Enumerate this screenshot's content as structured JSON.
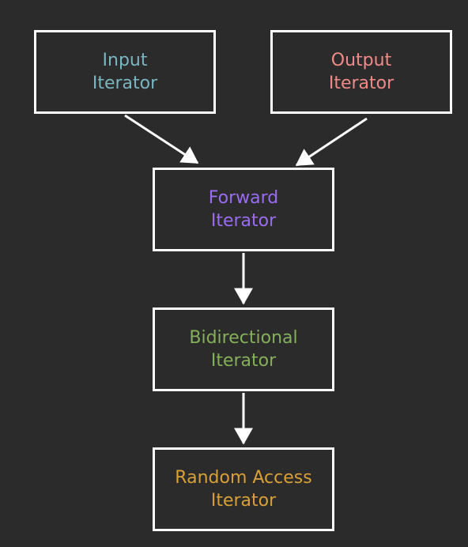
{
  "nodes": {
    "input": {
      "line1": "Input",
      "line2": "Iterator",
      "color": "#7ab6c2"
    },
    "output": {
      "line1": "Output",
      "line2": "Iterator",
      "color": "#ef8b86"
    },
    "forward": {
      "line1": "Forward",
      "line2": "Iterator",
      "color": "#9b6bf2"
    },
    "bidirectional": {
      "line1": "Bidirectional",
      "line2": "Iterator",
      "color": "#84b05a"
    },
    "random_access": {
      "line1": "Random Access",
      "line2": "Iterator",
      "color": "#d8a036"
    }
  },
  "edges": [
    {
      "from": "input",
      "to": "forward"
    },
    {
      "from": "output",
      "to": "forward"
    },
    {
      "from": "forward",
      "to": "bidirectional"
    },
    {
      "from": "bidirectional",
      "to": "random_access"
    }
  ],
  "colors": {
    "background": "#2b2b2b",
    "stroke": "#ffffff"
  }
}
